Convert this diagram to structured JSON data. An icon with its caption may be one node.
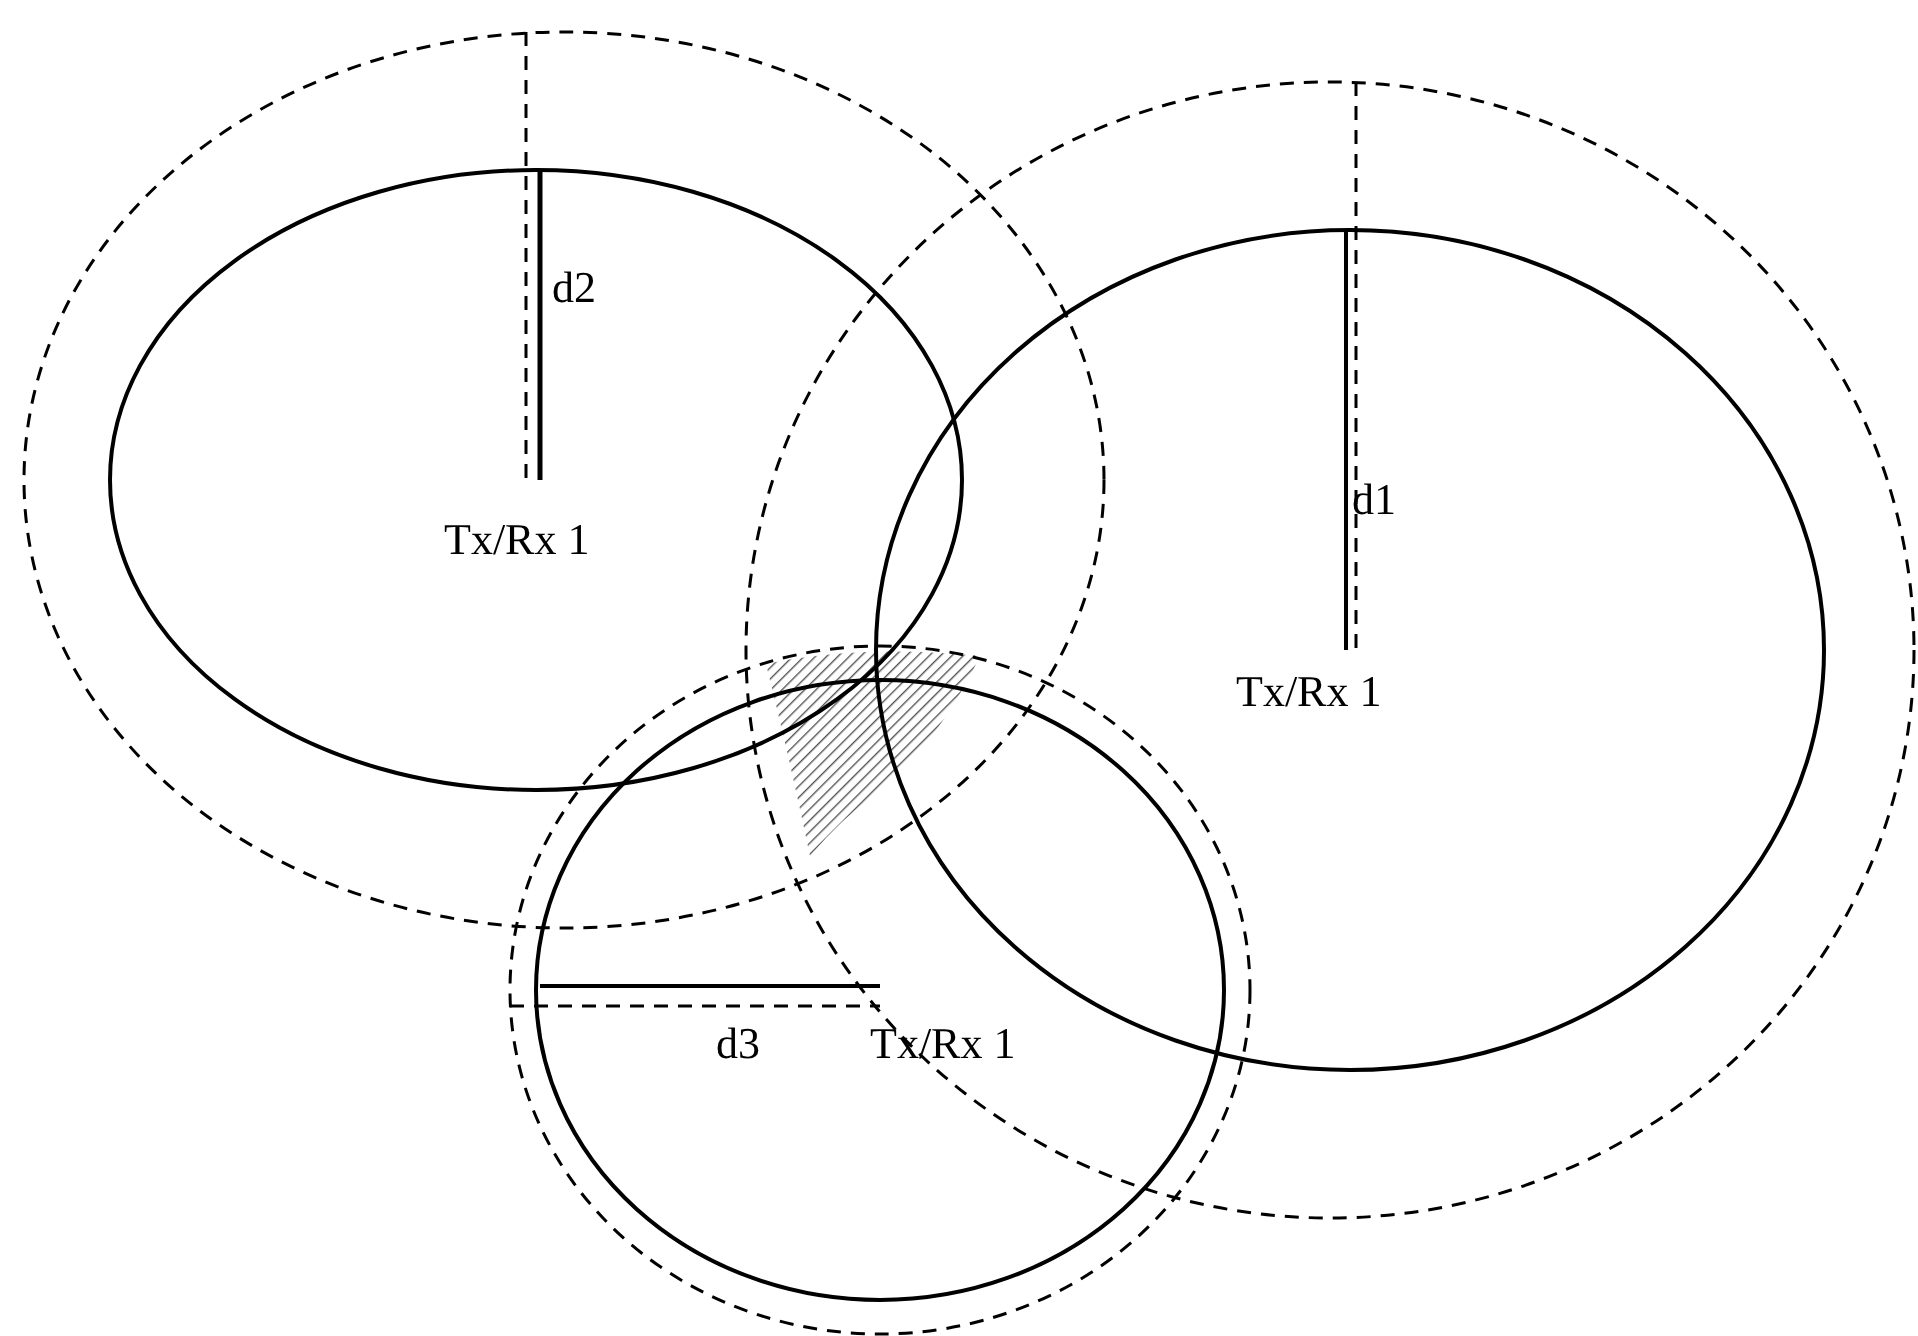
{
  "diagram": {
    "labels": [
      "d2",
      "Tx/Rx 1",
      "d1",
      "Tx/Rx 1",
      "d3",
      "Tx/Rx 1"
    ]
  }
}
